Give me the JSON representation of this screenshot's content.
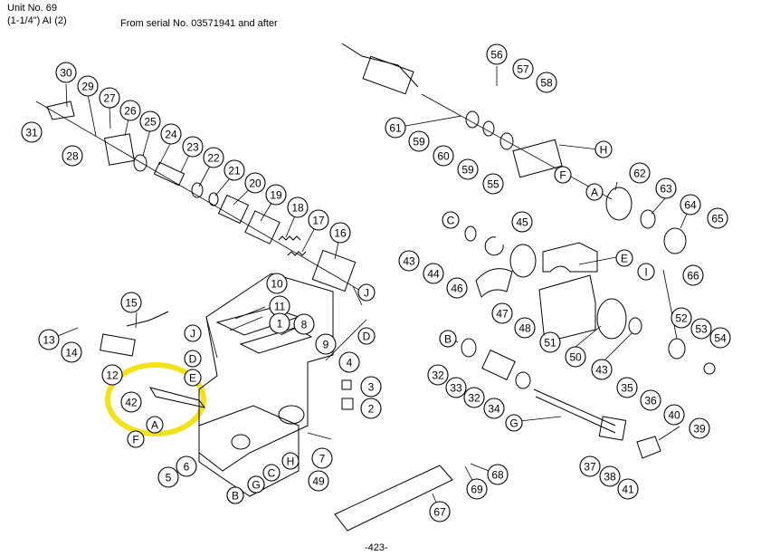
{
  "header": {
    "unit": "Unit No. 69",
    "spec": "(1-1/4\") AI (2)",
    "serial": "From serial No. 03571941 and after"
  },
  "footer": {
    "page": "-423-"
  },
  "colors": {
    "highlight": "#f2e21a",
    "ink": "#000000"
  },
  "callouts": [
    {
      "label": "30"
    },
    {
      "label": "29"
    },
    {
      "label": "27"
    },
    {
      "label": "26"
    },
    {
      "label": "31"
    },
    {
      "label": "28"
    },
    {
      "label": "25"
    },
    {
      "label": "24"
    },
    {
      "label": "23"
    },
    {
      "label": "22"
    },
    {
      "label": "21"
    },
    {
      "label": "20"
    },
    {
      "label": "19"
    },
    {
      "label": "18"
    },
    {
      "label": "17"
    },
    {
      "label": "16"
    },
    {
      "label": "56"
    },
    {
      "label": "57"
    },
    {
      "label": "58"
    },
    {
      "label": "61"
    },
    {
      "label": "59"
    },
    {
      "label": "60"
    },
    {
      "label": "59"
    },
    {
      "label": "55"
    },
    {
      "label": "62"
    },
    {
      "label": "63"
    },
    {
      "label": "64"
    },
    {
      "label": "65"
    },
    {
      "label": "66"
    },
    {
      "label": "45"
    },
    {
      "label": "43"
    },
    {
      "label": "44"
    },
    {
      "label": "46"
    },
    {
      "label": "47"
    },
    {
      "label": "48"
    },
    {
      "label": "51"
    },
    {
      "label": "50"
    },
    {
      "label": "43"
    },
    {
      "label": "52"
    },
    {
      "label": "53"
    },
    {
      "label": "54"
    },
    {
      "label": "15"
    },
    {
      "label": "13"
    },
    {
      "label": "14"
    },
    {
      "label": "12"
    },
    {
      "label": "42"
    },
    {
      "label": "10"
    },
    {
      "label": "11"
    },
    {
      "label": "1"
    },
    {
      "label": "8"
    },
    {
      "label": "9"
    },
    {
      "label": "4"
    },
    {
      "label": "3"
    },
    {
      "label": "2"
    },
    {
      "label": "7"
    },
    {
      "label": "49"
    },
    {
      "label": "5"
    },
    {
      "label": "6"
    },
    {
      "label": "32"
    },
    {
      "label": "33"
    },
    {
      "label": "32"
    },
    {
      "label": "34"
    },
    {
      "label": "35"
    },
    {
      "label": "36"
    },
    {
      "label": "40"
    },
    {
      "label": "39"
    },
    {
      "label": "37"
    },
    {
      "label": "38"
    },
    {
      "label": "41"
    },
    {
      "label": "69"
    },
    {
      "label": "68"
    },
    {
      "label": "67"
    }
  ],
  "refs": [
    {
      "label": "A"
    },
    {
      "label": "F"
    },
    {
      "label": "J"
    },
    {
      "label": "D"
    },
    {
      "label": "E"
    },
    {
      "label": "C"
    },
    {
      "label": "H"
    },
    {
      "label": "I"
    },
    {
      "label": "B"
    },
    {
      "label": "J"
    },
    {
      "label": "D"
    },
    {
      "label": "H"
    },
    {
      "label": "F"
    },
    {
      "label": "A"
    },
    {
      "label": "E"
    },
    {
      "label": "C"
    },
    {
      "label": "I"
    },
    {
      "label": "G"
    },
    {
      "label": "B"
    },
    {
      "label": "B"
    },
    {
      "label": "G"
    }
  ]
}
